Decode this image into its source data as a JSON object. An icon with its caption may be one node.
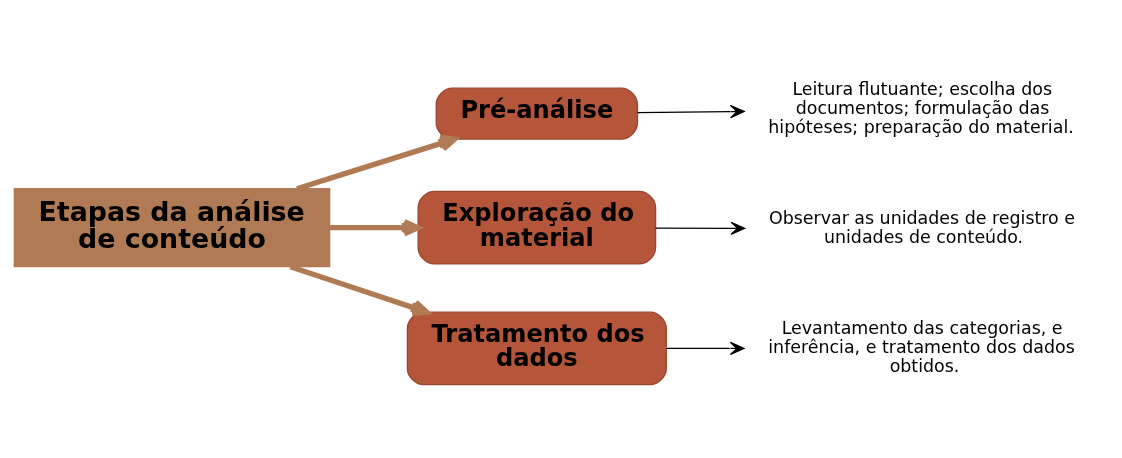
{
  "diagram": {
    "nodes": [
      {
        "text": [
          "Etapas da análise de conteúdo"
        ]
      },
      {
        "text": [
          "Pré-análise"
        ]
      },
      {
        "text": [
          "Exploração do material"
        ]
      },
      {
        "text": [
          "Tratamento dos dados"
        ]
      },
      {
        "text": [
          "Leitura flutuante; escolha dos documentos; formulação das hipóteses; preparação do material."
        ]
      },
      {
        "text": [
          "Observar as unidades de registro e unidades de conteúdo."
        ]
      },
      {
        "text": [
          "Levantamento das categorias, e inferência, e tratamento dos dados obtidos."
        ]
      }
    ],
    "edges": [
      {
        "from": 0,
        "to": 1,
        "arrow": "to",
        "style": "thick",
        "color": "#b07a55"
      },
      {
        "from": 0,
        "to": 2,
        "arrow": "to",
        "style": "thick",
        "color": "#b07a55"
      },
      {
        "from": 0,
        "to": 3,
        "arrow": "to",
        "style": "thick",
        "color": "#b07a55"
      },
      {
        "from": 1,
        "to": 4,
        "arrow": "to",
        "color": "#000000"
      },
      {
        "from": 2,
        "to": 5,
        "arrow": "to",
        "color": "#000000"
      },
      {
        "from": 3,
        "to": 6,
        "arrow": "to",
        "color": "#000000"
      }
    ]
  }
}
